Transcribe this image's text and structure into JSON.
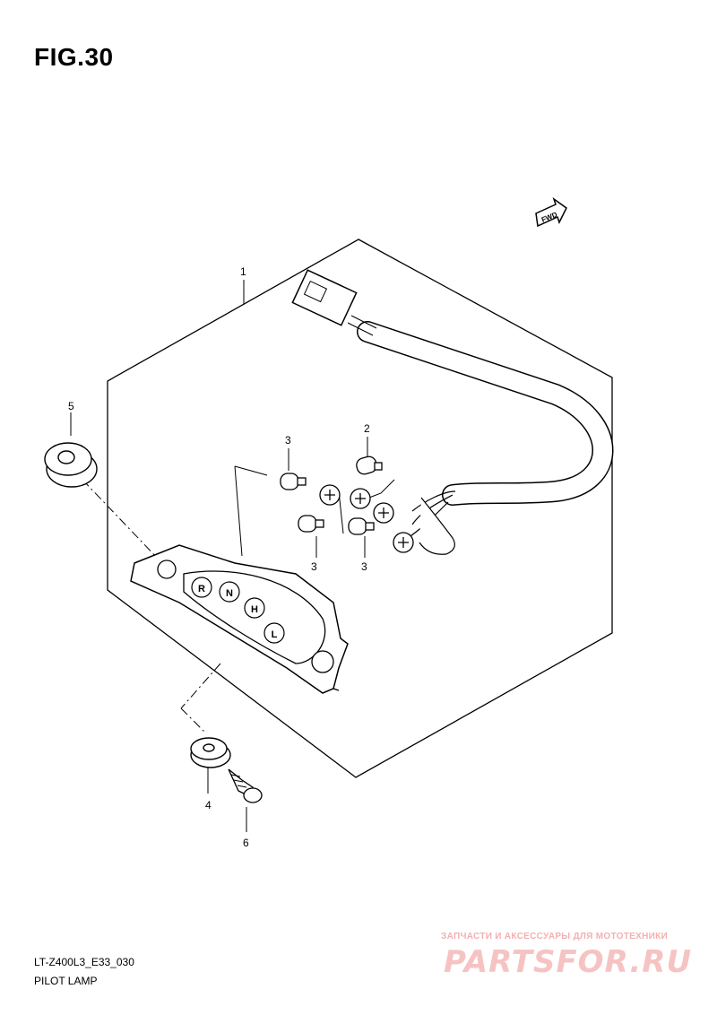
{
  "figure": {
    "title": "FIG.30"
  },
  "direction_icon": {
    "label": "FWD"
  },
  "callouts": {
    "part1": "1",
    "part2": "2",
    "part3a": "3",
    "part3b": "3",
    "part3c": "3",
    "part4": "4",
    "part5": "5",
    "part6": "6"
  },
  "indicator_letters": [
    "R",
    "N",
    "H",
    "L"
  ],
  "footer": {
    "code": "LT-Z400L3_E33_030",
    "name": "PILOT LAMP"
  },
  "watermark": {
    "tagline": "ЗАПЧАСТИ И АКСЕССУАРЫ ДЛЯ МОТОТЕХНИКИ",
    "logo": "PARTSFOR.RU"
  }
}
